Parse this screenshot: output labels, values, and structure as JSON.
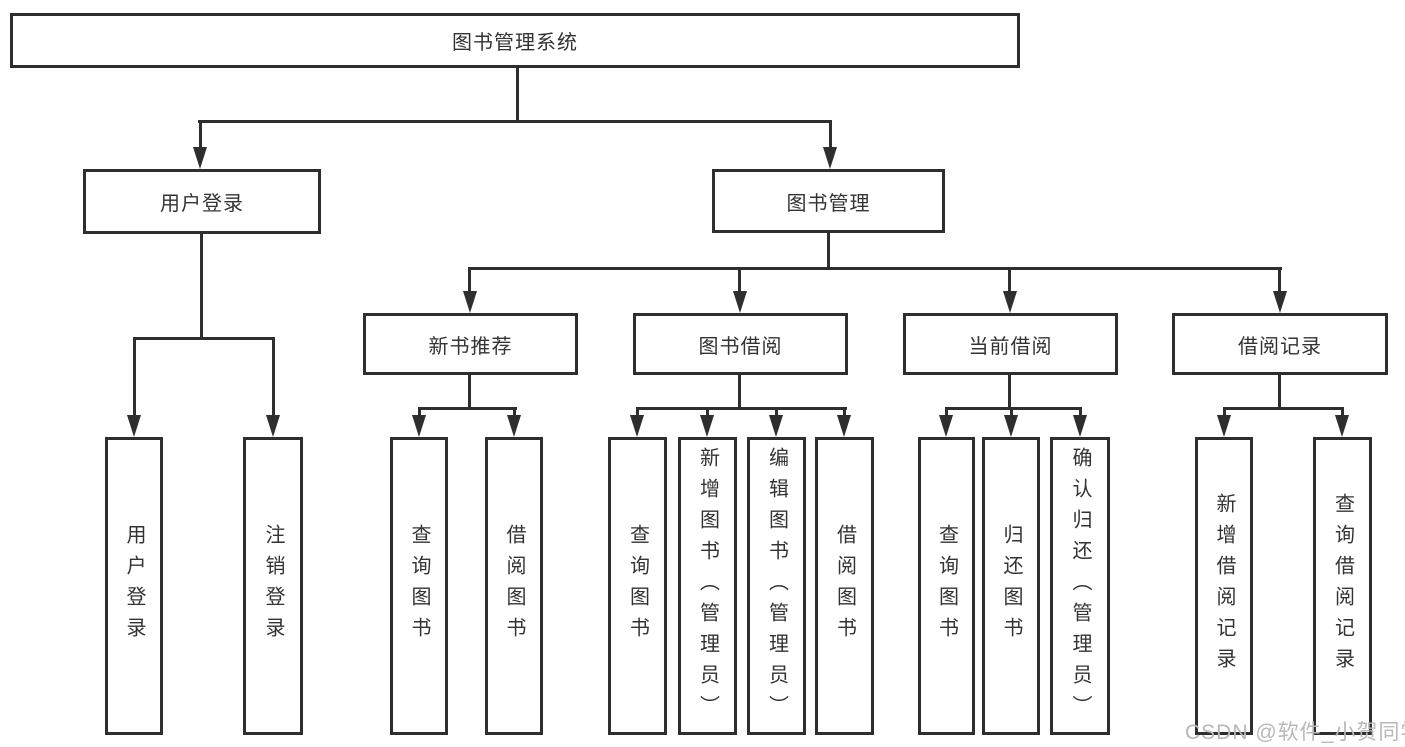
{
  "tree": {
    "root": "图书管理系统",
    "branches": [
      {
        "label": "用户登录",
        "children": [
          {
            "label": "用户登录"
          },
          {
            "label": "注销登录"
          }
        ]
      },
      {
        "label": "图书管理",
        "children": [
          {
            "label": "新书推荐",
            "children": [
              {
                "label": "查询图书"
              },
              {
                "label": "借阅图书"
              }
            ]
          },
          {
            "label": "图书借阅",
            "children": [
              {
                "label": "查询图书"
              },
              {
                "label": "新增图书（管理员）"
              },
              {
                "label": "编辑图书（管理员）"
              },
              {
                "label": "借阅图书"
              }
            ]
          },
          {
            "label": "当前借阅",
            "children": [
              {
                "label": "查询图书"
              },
              {
                "label": "归还图书"
              },
              {
                "label": "确认归还（管理员）"
              }
            ]
          },
          {
            "label": "借阅记录",
            "children": [
              {
                "label": "新增借阅记录"
              },
              {
                "label": "查询借阅记录"
              }
            ]
          }
        ]
      }
    ]
  },
  "watermark": "CSDN @软件_小贺同学",
  "colors": {
    "line": "#2e2e2e",
    "text": "#333333",
    "watermark": "#b8b8b8",
    "background": "#ffffff"
  }
}
